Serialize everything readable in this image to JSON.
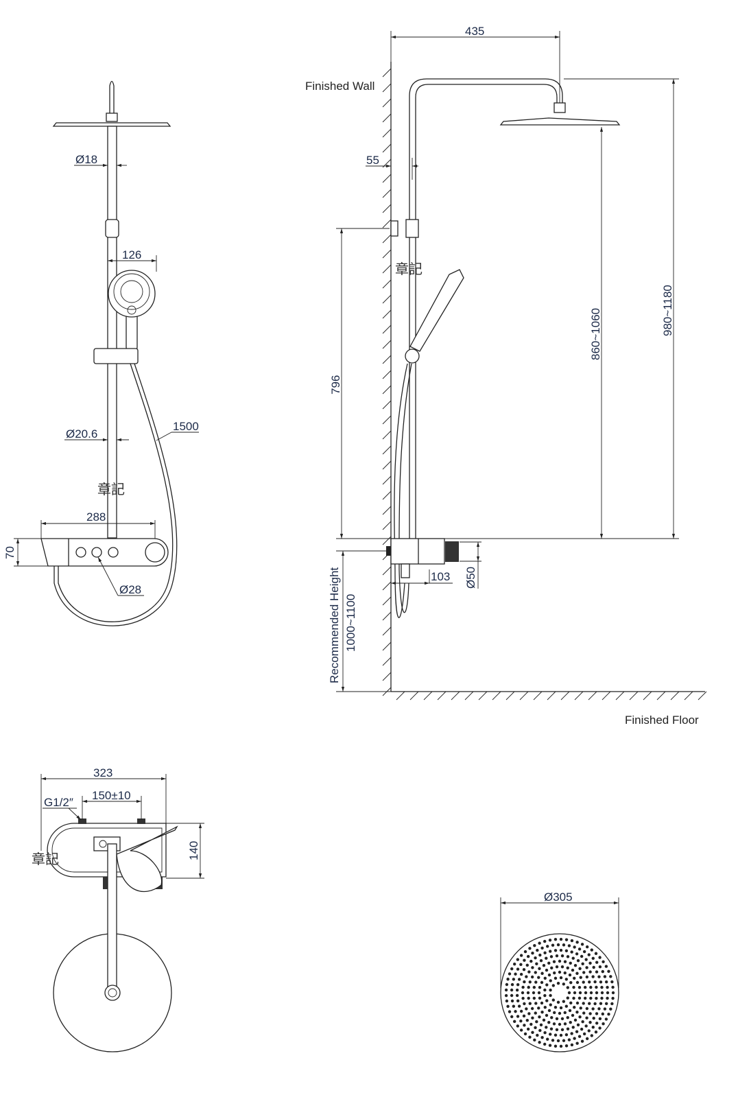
{
  "dimensions": {
    "top_width": "435",
    "wall_offset": "55",
    "arm_diameter": "Ø18",
    "handshower_width": "126",
    "rail_diameter": "Ø20.6",
    "hose_length": "1500",
    "mixer_width": "288",
    "mixer_height": "70",
    "button_diameter": "Ø28",
    "bracket_height": "796",
    "head_height": "860~1060",
    "total_height": "980~1180",
    "mixer_depth": "103",
    "knob_diameter": "Ø50",
    "recommended_height": "1000~1100",
    "top_view_width": "323",
    "inlet_spacing": "150±10",
    "top_view_depth": "140",
    "head_diameter": "Ø305"
  },
  "labels": {
    "finished_wall": "Finished Wall",
    "finished_floor": "Finished Floor",
    "recommended_height_label": "Recommended Height",
    "inlet_thread": "G1/2″"
  },
  "watermark": "章記"
}
